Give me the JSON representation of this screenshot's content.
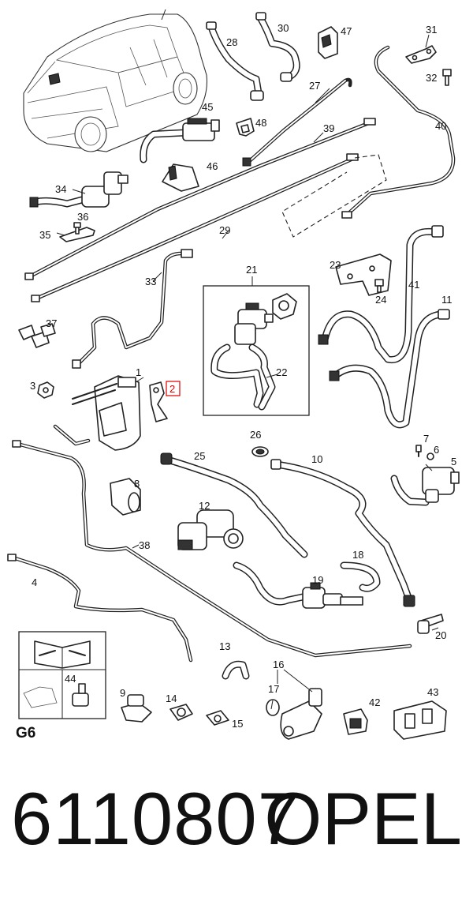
{
  "diagram": {
    "callouts": [
      "1",
      "2",
      "3",
      "4",
      "5",
      "6",
      "7",
      "8",
      "9",
      "10",
      "11",
      "12",
      "13",
      "14",
      "15",
      "16",
      "17",
      "18",
      "19",
      "20",
      "21",
      "22",
      "23",
      "24",
      "25",
      "26",
      "27",
      "28",
      "29",
      "30",
      "31",
      "32",
      "33",
      "34",
      "35",
      "36",
      "37",
      "38",
      "39",
      "40",
      "41",
      "42",
      "43",
      "44",
      "45",
      "46",
      "47",
      "48"
    ],
    "highlighted_callout": "2",
    "group_code": "G6",
    "highlight_color": "#dd0000"
  },
  "footer": {
    "part_number": "6110807",
    "brand": "OPEL"
  }
}
